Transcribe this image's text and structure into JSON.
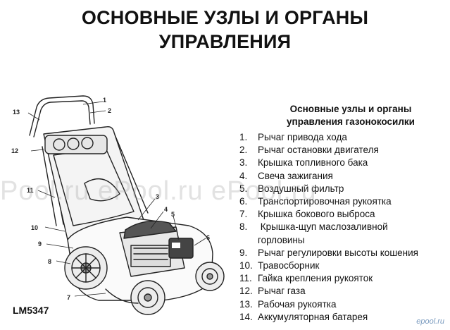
{
  "title": {
    "line1": "ОСНОВНЫЕ УЗЛЫ И ОРГАНЫ",
    "line2": "УПРАВЛЕНИЯ"
  },
  "model": "LM5347",
  "legend": {
    "title_line1": "Основные узлы и органы",
    "title_line2": "управления газонокосилки",
    "items": [
      {
        "num": "1.",
        "text": "Рычаг привода хода"
      },
      {
        "num": "2.",
        "text": "Рычаг остановки двигателя"
      },
      {
        "num": "3.",
        "text": "Крышка топливного бака"
      },
      {
        "num": "4.",
        "text": "Свеча зажигания"
      },
      {
        "num": "5.",
        "text": "Воздушный фильтр"
      },
      {
        "num": "6.",
        "text": "Транспортировочная рукоятка"
      },
      {
        "num": "7.",
        "text": "Крышка бокового выброса"
      },
      {
        "num": "8.",
        "text": " Крышка-щуп маслозаливной",
        "cont": "горловины"
      },
      {
        "num": "9.",
        "text": "Рычаг регулировки высоты кошения"
      },
      {
        "num": "10.",
        "text": "Травосборник"
      },
      {
        "num": "11.",
        "text": "Гайка крепления рукояток"
      },
      {
        "num": "12.",
        "text": "Рычаг газа"
      },
      {
        "num": "13.",
        "text": "Рабочая рукоятка"
      },
      {
        "num": "14.",
        "text": "Аккумуляторная батарея"
      }
    ]
  },
  "callouts": [
    "1",
    "2",
    "3",
    "4",
    "5",
    "6",
    "7",
    "8",
    "9",
    "10",
    "11",
    "12",
    "13"
  ],
  "watermark": "Pool.ru    ePool.ru    ePool.ru",
  "logo": "epool.ru"
}
